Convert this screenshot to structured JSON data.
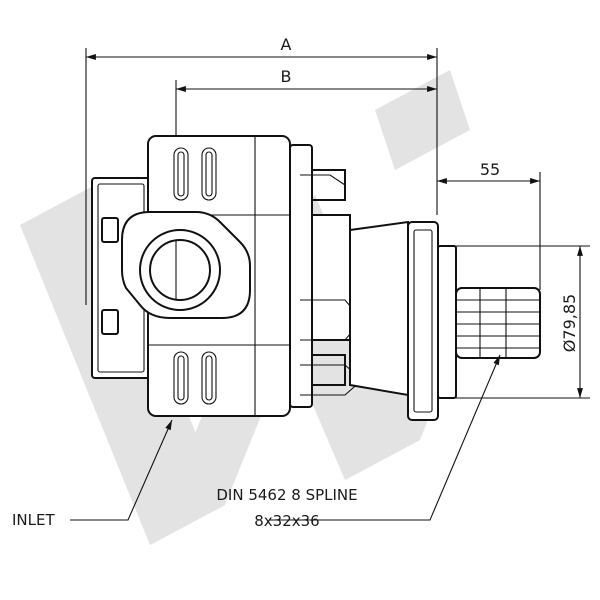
{
  "dimensions": {
    "a_label": "A",
    "b_label": "B",
    "shaft_length": "55",
    "flange_diameter": "Ø79,85"
  },
  "callouts": {
    "inlet": "INLET",
    "spline_line1": "DIN 5462 8 SPLINE",
    "spline_line2": "8x32x36"
  },
  "colors": {
    "line": "#111111",
    "watermark": "#e3e3e3"
  }
}
